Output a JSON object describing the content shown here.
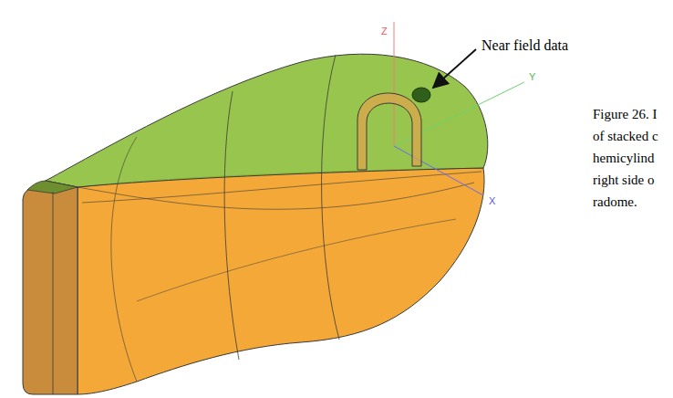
{
  "diagram": {
    "labels": [
      "Z",
      "Y",
      "X",
      "Near field data",
      "Figure 26. I",
      "of stacked c",
      "hemicylind",
      "right side o",
      "radome."
    ]
  }
}
